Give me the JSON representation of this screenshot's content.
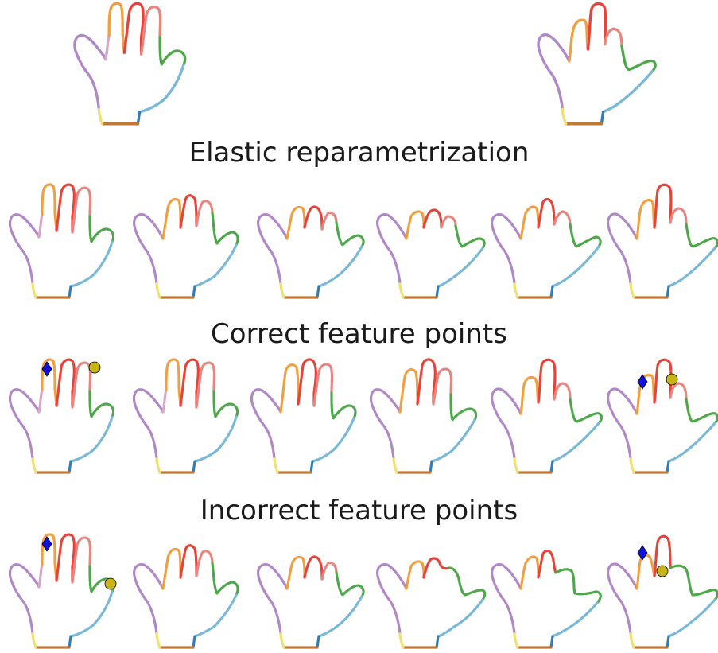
{
  "titles": {
    "elastic": "Elastic reparametrization",
    "correct": "Correct feature points",
    "incorrect": "Incorrect feature points"
  },
  "colors": {
    "ring_finger": "#e6867f",
    "middle_finger": "#e8433a",
    "index_finger": "#f0a040",
    "thumb": "#b088c8",
    "little_finger": "#4ea84a",
    "wrist_right": "#2e7fb8",
    "wrist_bottom": "#c07838",
    "wrist_left": "#f0e070",
    "diamond_marker": "#1010e0",
    "circle_marker": "#c8b414"
  }
}
